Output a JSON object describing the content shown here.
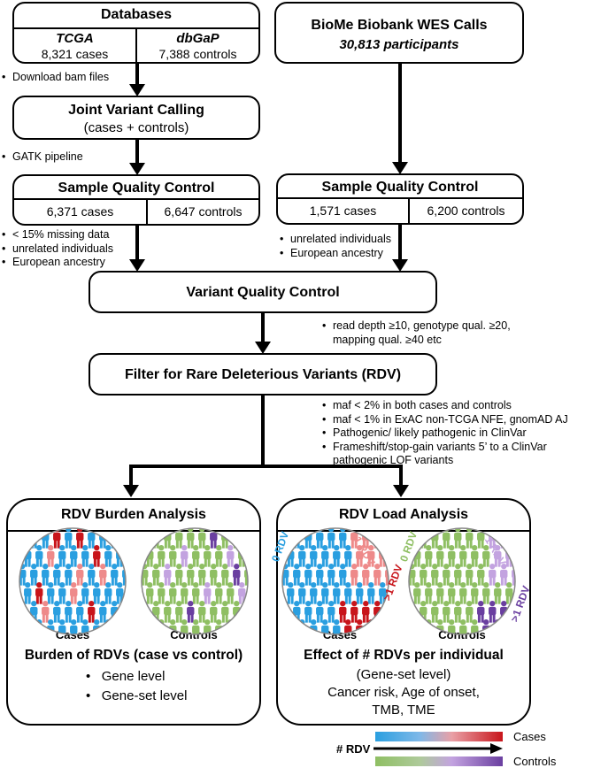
{
  "databases": {
    "title": "Databases",
    "tcga_name": "TCGA",
    "tcga_count": "8,321 cases",
    "dbgap_name": "dbGaP",
    "dbgap_count": "7,388 controls"
  },
  "biome": {
    "title": "BioMe Biobank WES Calls",
    "participants": "30,813 participants"
  },
  "note_download": [
    "Download bam files"
  ],
  "joint": {
    "title": "Joint Variant Calling",
    "subtitle": "(cases + controls)"
  },
  "note_gatk": [
    "GATK pipeline"
  ],
  "sqc_left": {
    "title": "Sample Quality Control",
    "cases": "6,371 cases",
    "controls": "6,647 controls"
  },
  "sqc_right": {
    "title": "Sample Quality Control",
    "cases": "1,571 cases",
    "controls": "6,200 controls"
  },
  "note_sqc_left": [
    "< 15% missing data",
    "unrelated individuals",
    "European ancestry"
  ],
  "note_sqc_right": [
    "unrelated individuals",
    "European ancestry"
  ],
  "vqc": {
    "title": "Variant Quality Control"
  },
  "note_vqc": [
    "read depth ≥10, genotype qual. ≥20,",
    "mapping qual. ≥40 etc"
  ],
  "rdv": {
    "title": "Filter for Rare Deleterious Variants (RDV)"
  },
  "note_rdv": [
    "maf < 2% in both cases and controls",
    "maf < 1% in ExAC non-TCGA NFE, gnomAD AJ",
    "Pathogenic/ likely pathogenic in ClinVar",
    "Frameshift/stop-gain variants 5’ to a ClinVar"
  ],
  "note_rdv_cont": "pathogenic LOF variants",
  "burden": {
    "title": "RDV Burden Analysis",
    "cases_label": "Cases",
    "controls_label": "Controls",
    "subtitle": "Burden of RDVs (case vs control)",
    "items": [
      "Gene level",
      "Gene-set level"
    ]
  },
  "load": {
    "title": "RDV Load Analysis",
    "cases_label": "Cases",
    "controls_label": "Controls",
    "label_0": "0 RDV",
    "label_1": "1 RDV",
    "label_gt1": ">1 RDV",
    "subtitle": "Effect of # RDVs per individual",
    "lines": [
      "(Gene-set level)",
      "Cancer risk, Age of onset,",
      "TMB, TME"
    ]
  },
  "legend": {
    "label": "# RDV",
    "cases": "Cases",
    "controls": "Controls"
  },
  "colors": {
    "blue": "#2a9fe0",
    "red": "#c8151b",
    "pink": "#ee8a8a",
    "green": "#8fbf63",
    "lavender": "#c3a3e0",
    "purple": "#6a3fa0"
  }
}
